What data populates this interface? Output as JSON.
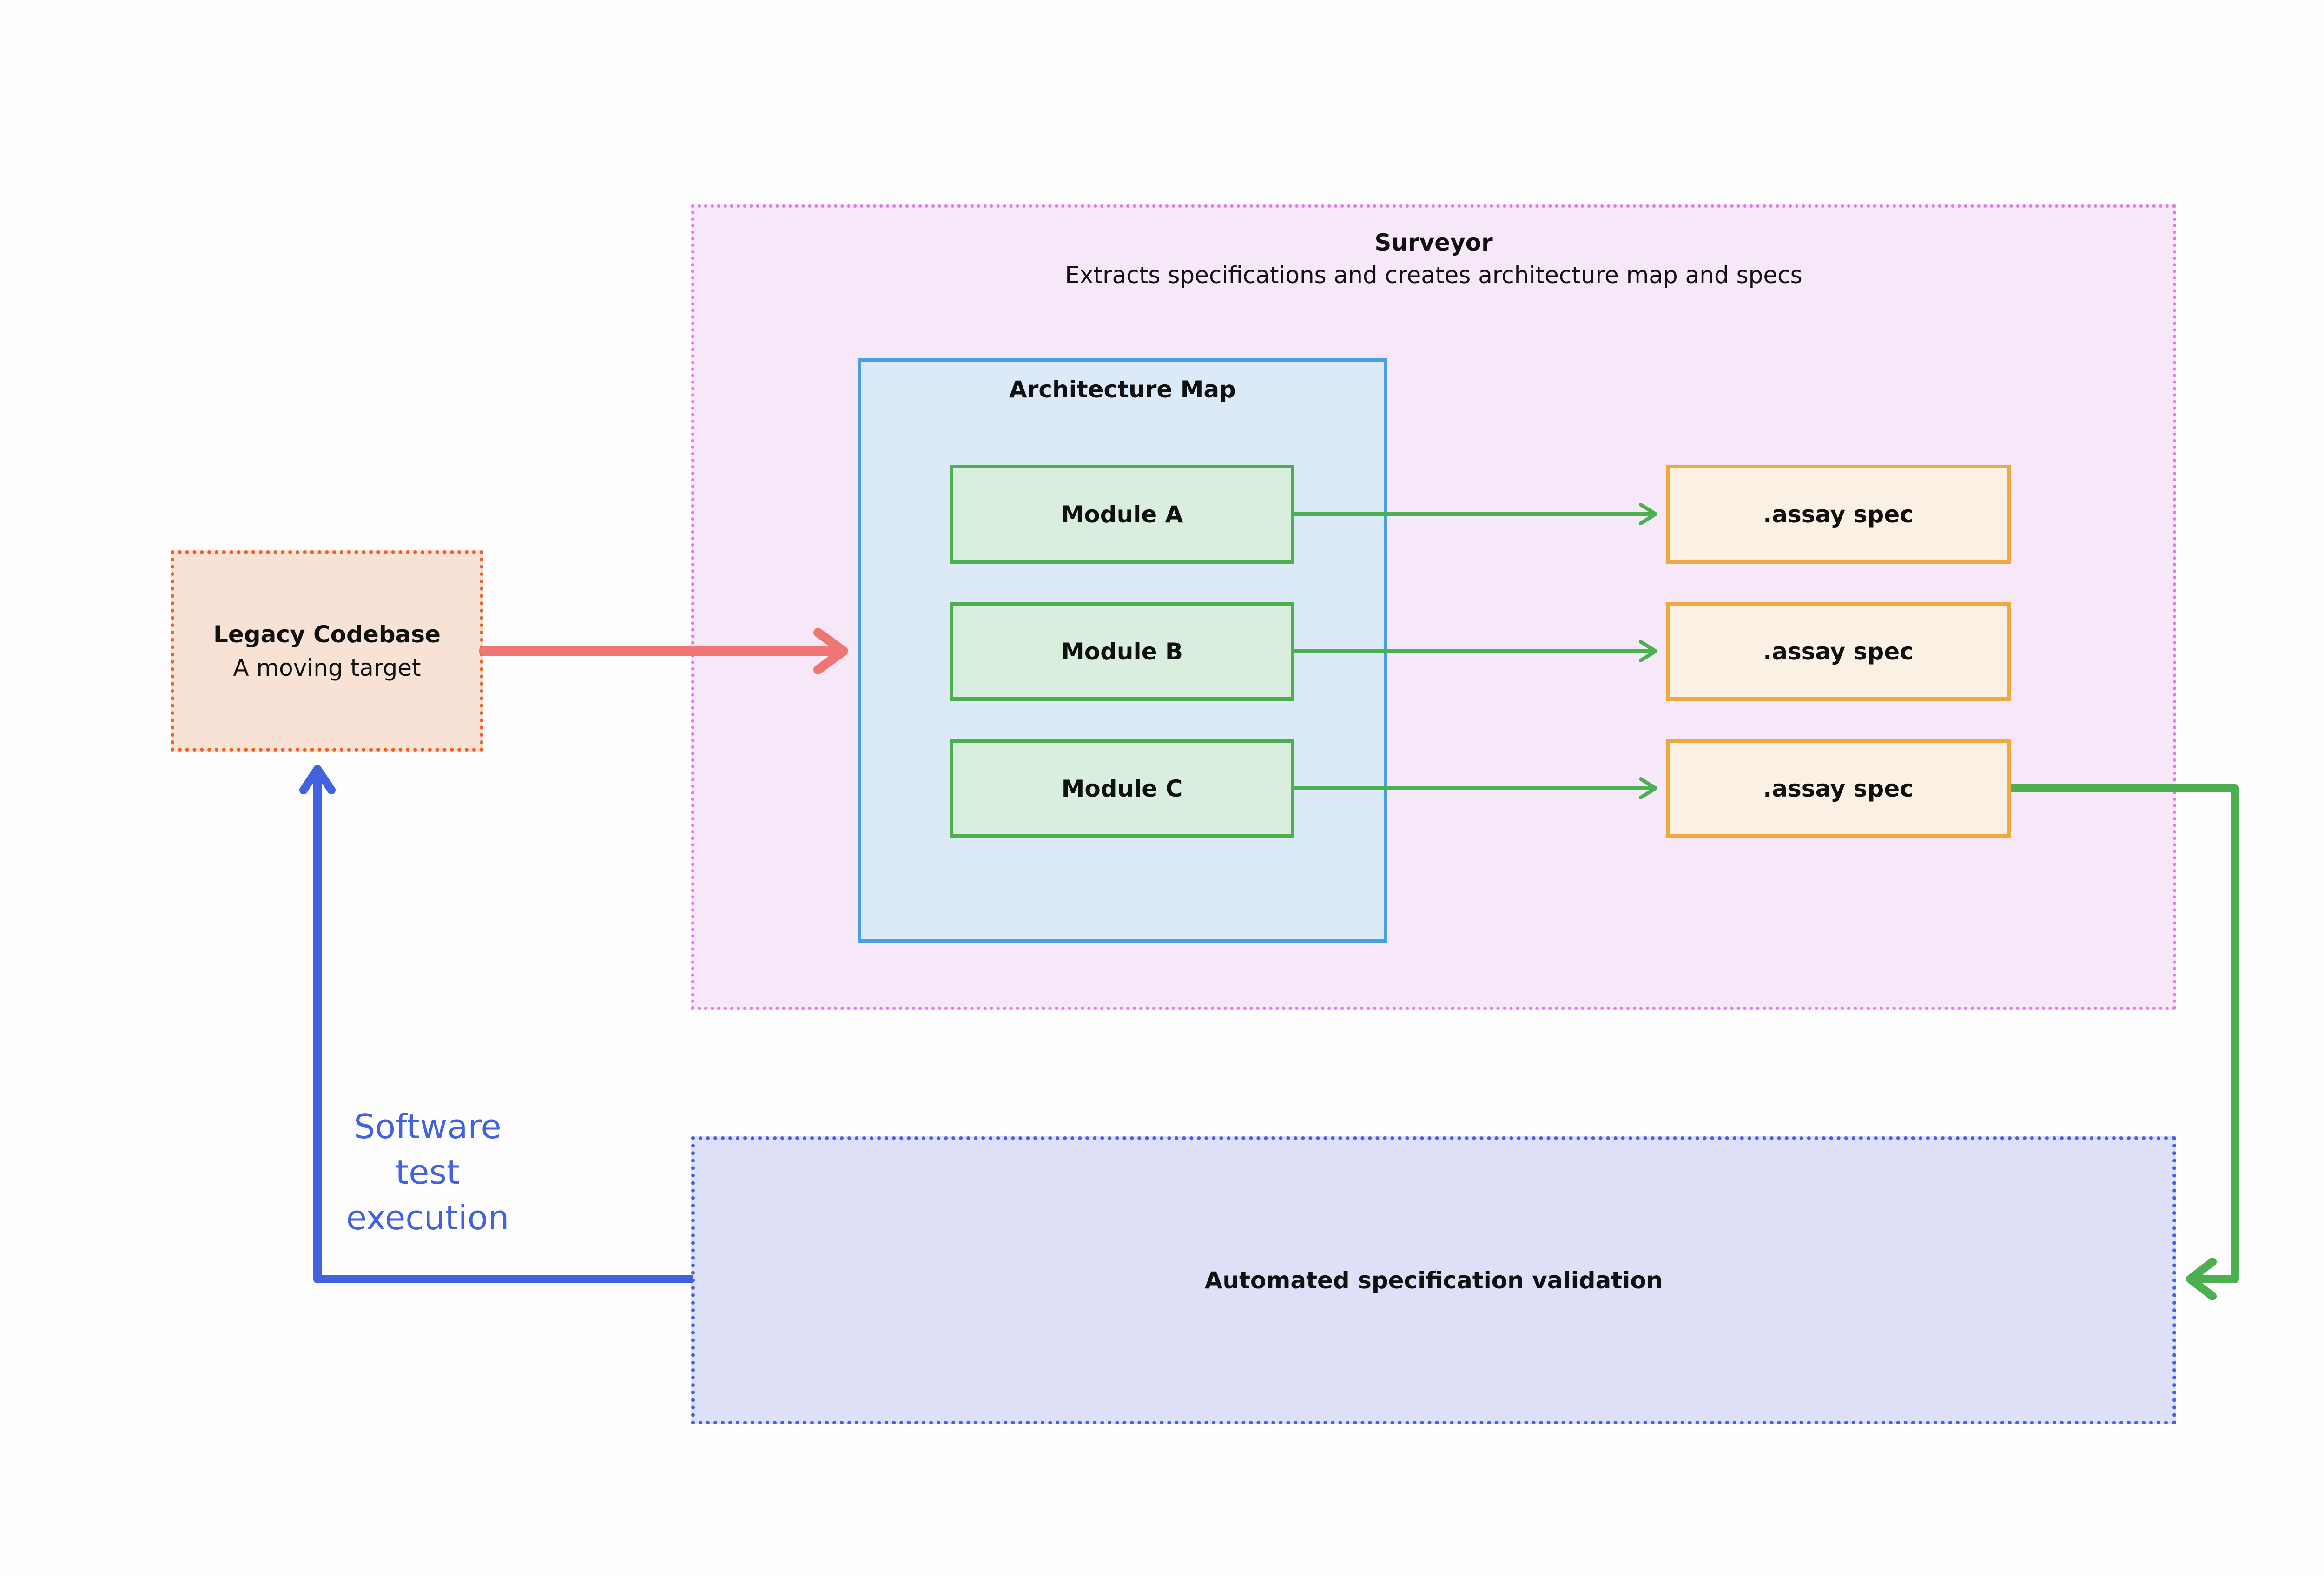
{
  "legacy": {
    "title": "Legacy Codebase",
    "subtitle": "A moving target"
  },
  "surveyor": {
    "title": "Surveyor",
    "subtitle": "Extracts specifications and creates architecture map and specs"
  },
  "architecture_map": {
    "title": "Architecture Map",
    "modules": [
      "Module A",
      "Module B",
      "Module C"
    ]
  },
  "specs": [
    ".assay spec",
    ".assay spec",
    ".assay spec"
  ],
  "validation": {
    "label": "Automated specification validation"
  },
  "loop_label": {
    "line1": "Software",
    "line2": "test",
    "line3": "execution"
  },
  "colors": {
    "legacy_border": "#e8662b",
    "surveyor_border": "#dc7ee2",
    "arch_border": "#4a9fe0",
    "module_border": "#4caf50",
    "spec_border": "#f0a840",
    "validation_border": "#4a60e6",
    "legacy_arrow": "#f07575",
    "flow_arrow": "#4caf50",
    "feedback_arrow": "#4262e0"
  }
}
